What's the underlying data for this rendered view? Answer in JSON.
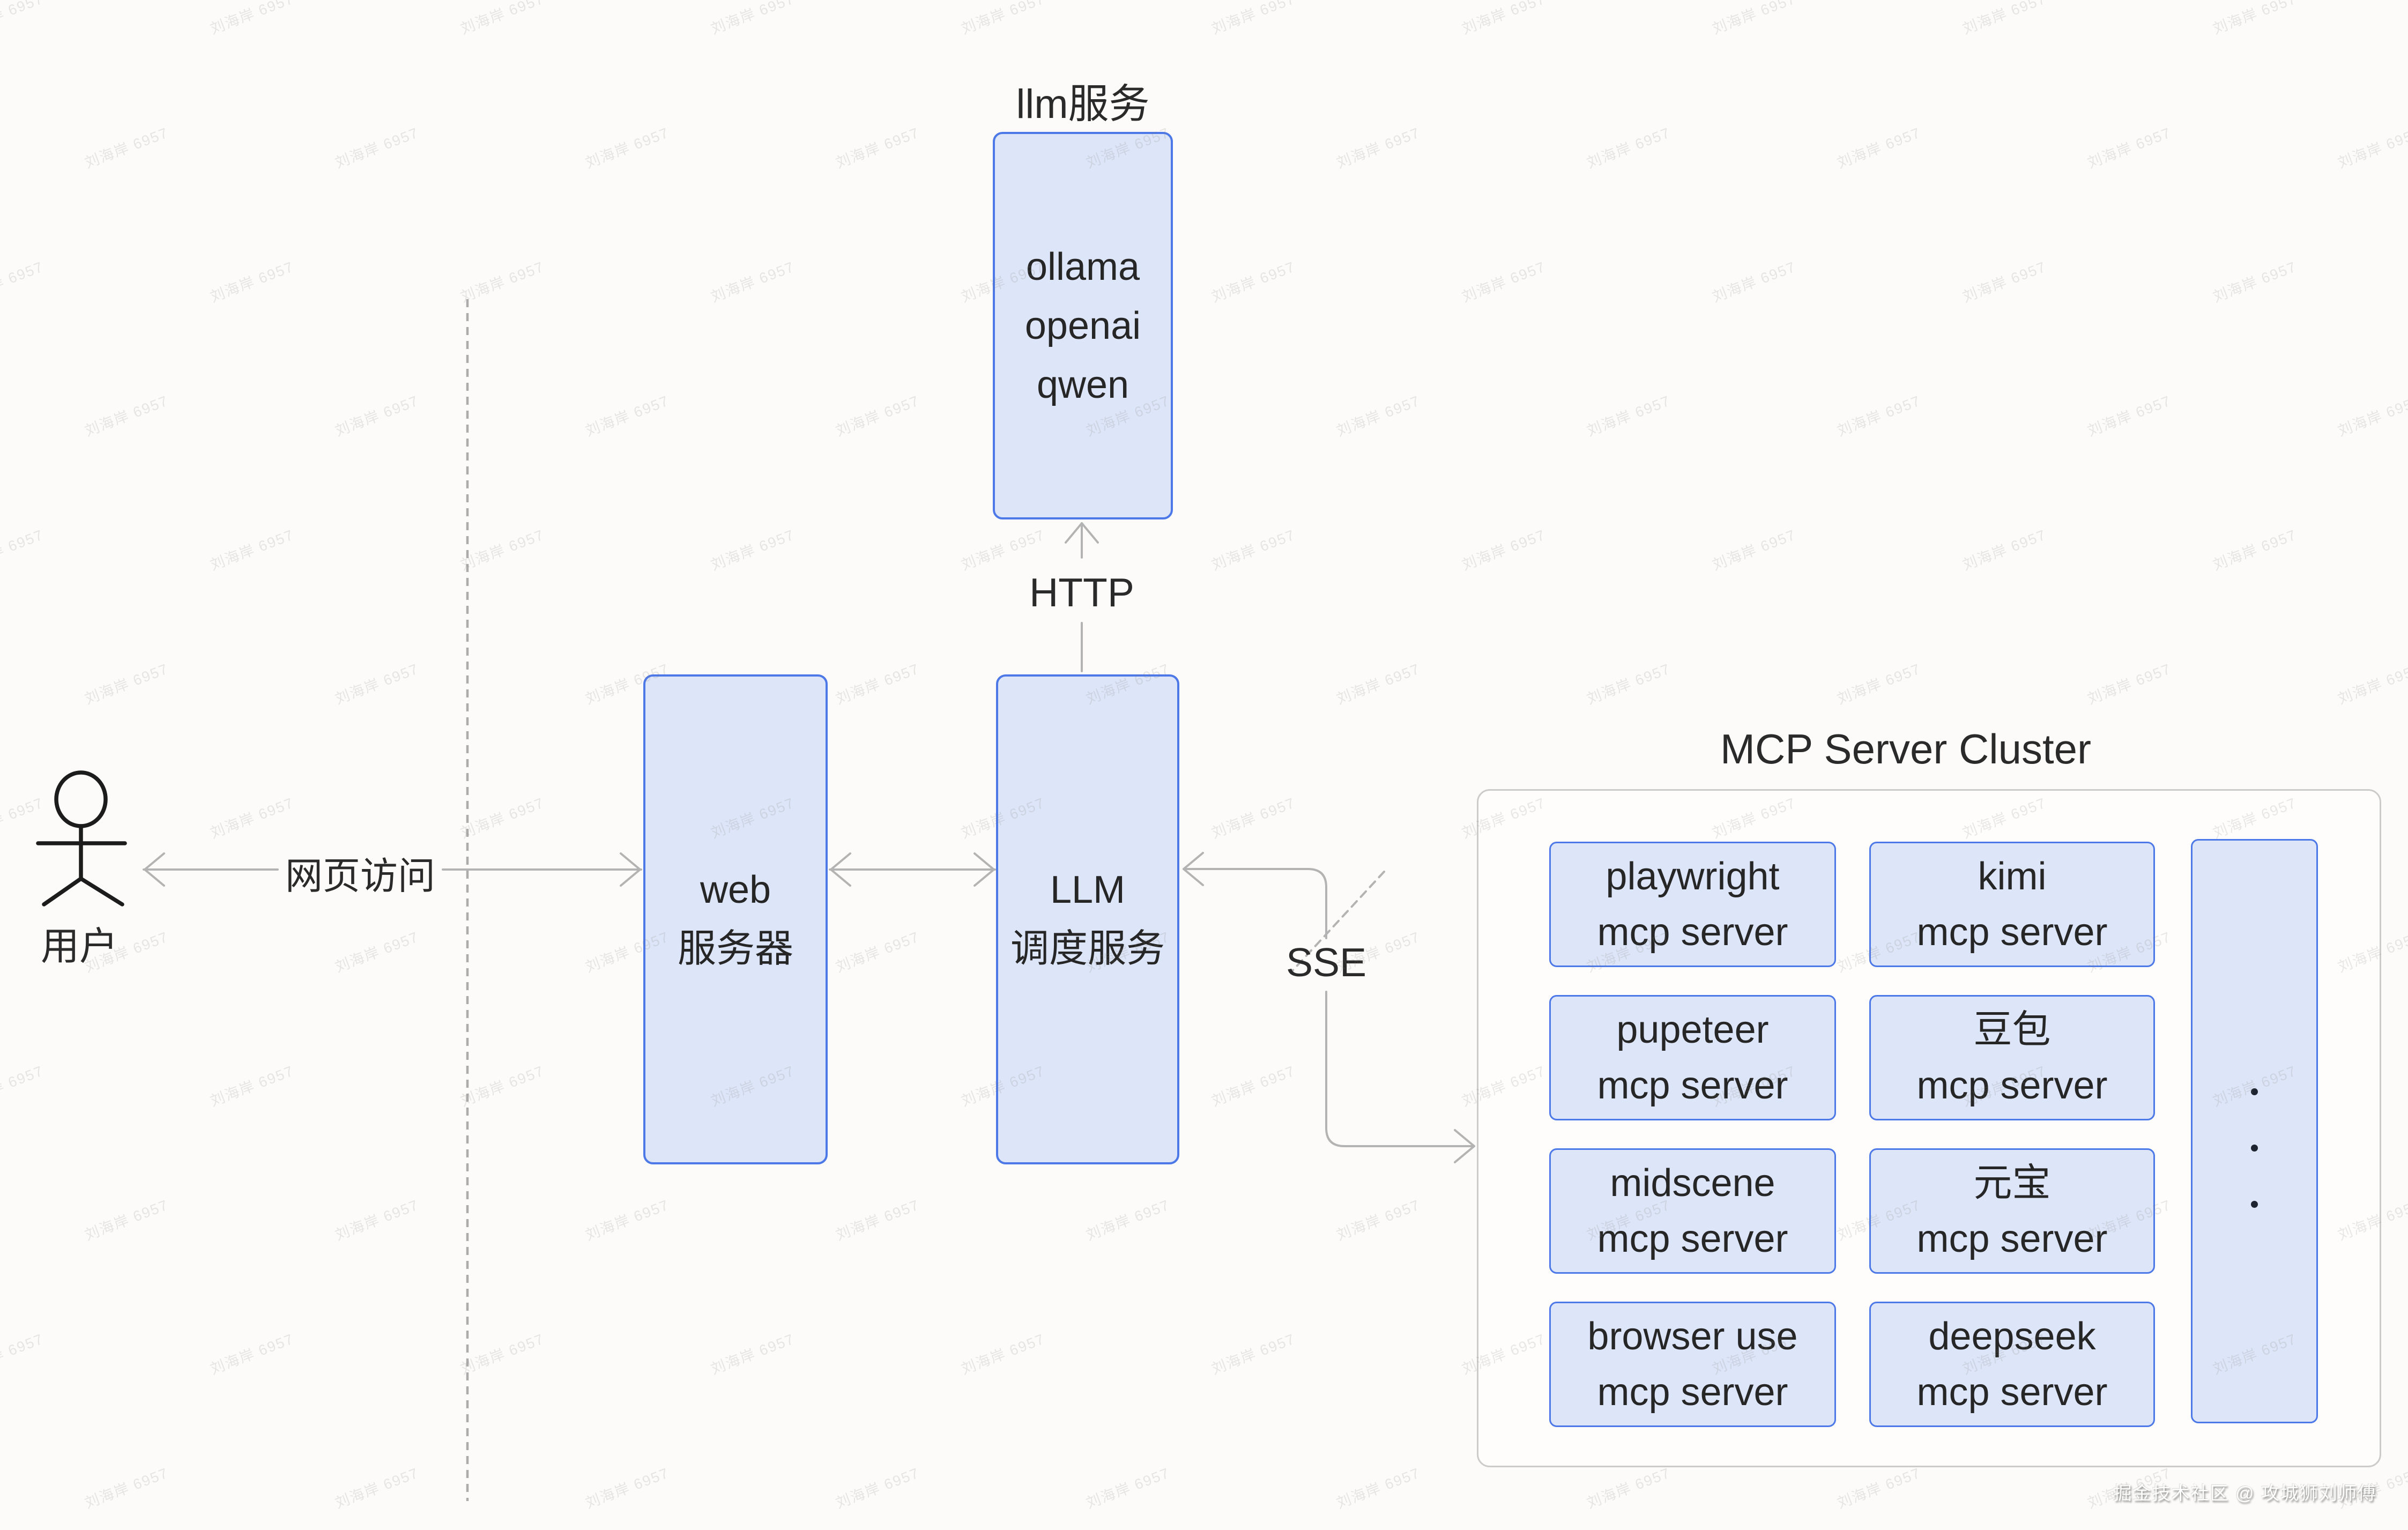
{
  "diagram": {
    "actor": {
      "label": "用户"
    },
    "edges": {
      "web_access_label": "网页访问",
      "http_label": "HTTP",
      "sse_label": "SSE"
    },
    "llm_service": {
      "title": "llm服务",
      "lines": [
        "ollama",
        "openai",
        "qwen"
      ]
    },
    "web_server": {
      "lines": [
        "web",
        "服务器"
      ]
    },
    "llm_dispatch": {
      "lines": [
        "LLM",
        "调度服务"
      ]
    },
    "cluster": {
      "title": "MCP Server Cluster",
      "servers": [
        {
          "lines": [
            "playwright",
            "mcp server"
          ]
        },
        {
          "lines": [
            "kimi",
            "mcp server"
          ]
        },
        {
          "lines": [
            "pupeteer",
            "mcp server"
          ]
        },
        {
          "lines": [
            "豆包",
            "mcp server"
          ]
        },
        {
          "lines": [
            "midscene",
            "mcp server"
          ]
        },
        {
          "lines": [
            "元宝",
            "mcp server"
          ]
        },
        {
          "lines": [
            "browser use",
            "mcp server"
          ]
        },
        {
          "lines": [
            "deepseek",
            "mcp server"
          ]
        }
      ],
      "dot": "·"
    },
    "watermark": {
      "tile": "刘海岸 6957",
      "credit": "掘金技术社区 @ 攻城狮刘师傅"
    },
    "colors": {
      "box_fill": "#dde5f8",
      "box_border": "#4c78e8",
      "line_gray": "#b3b3b3",
      "container_border": "#cbcbc9",
      "text": "#2a2a2a"
    }
  }
}
